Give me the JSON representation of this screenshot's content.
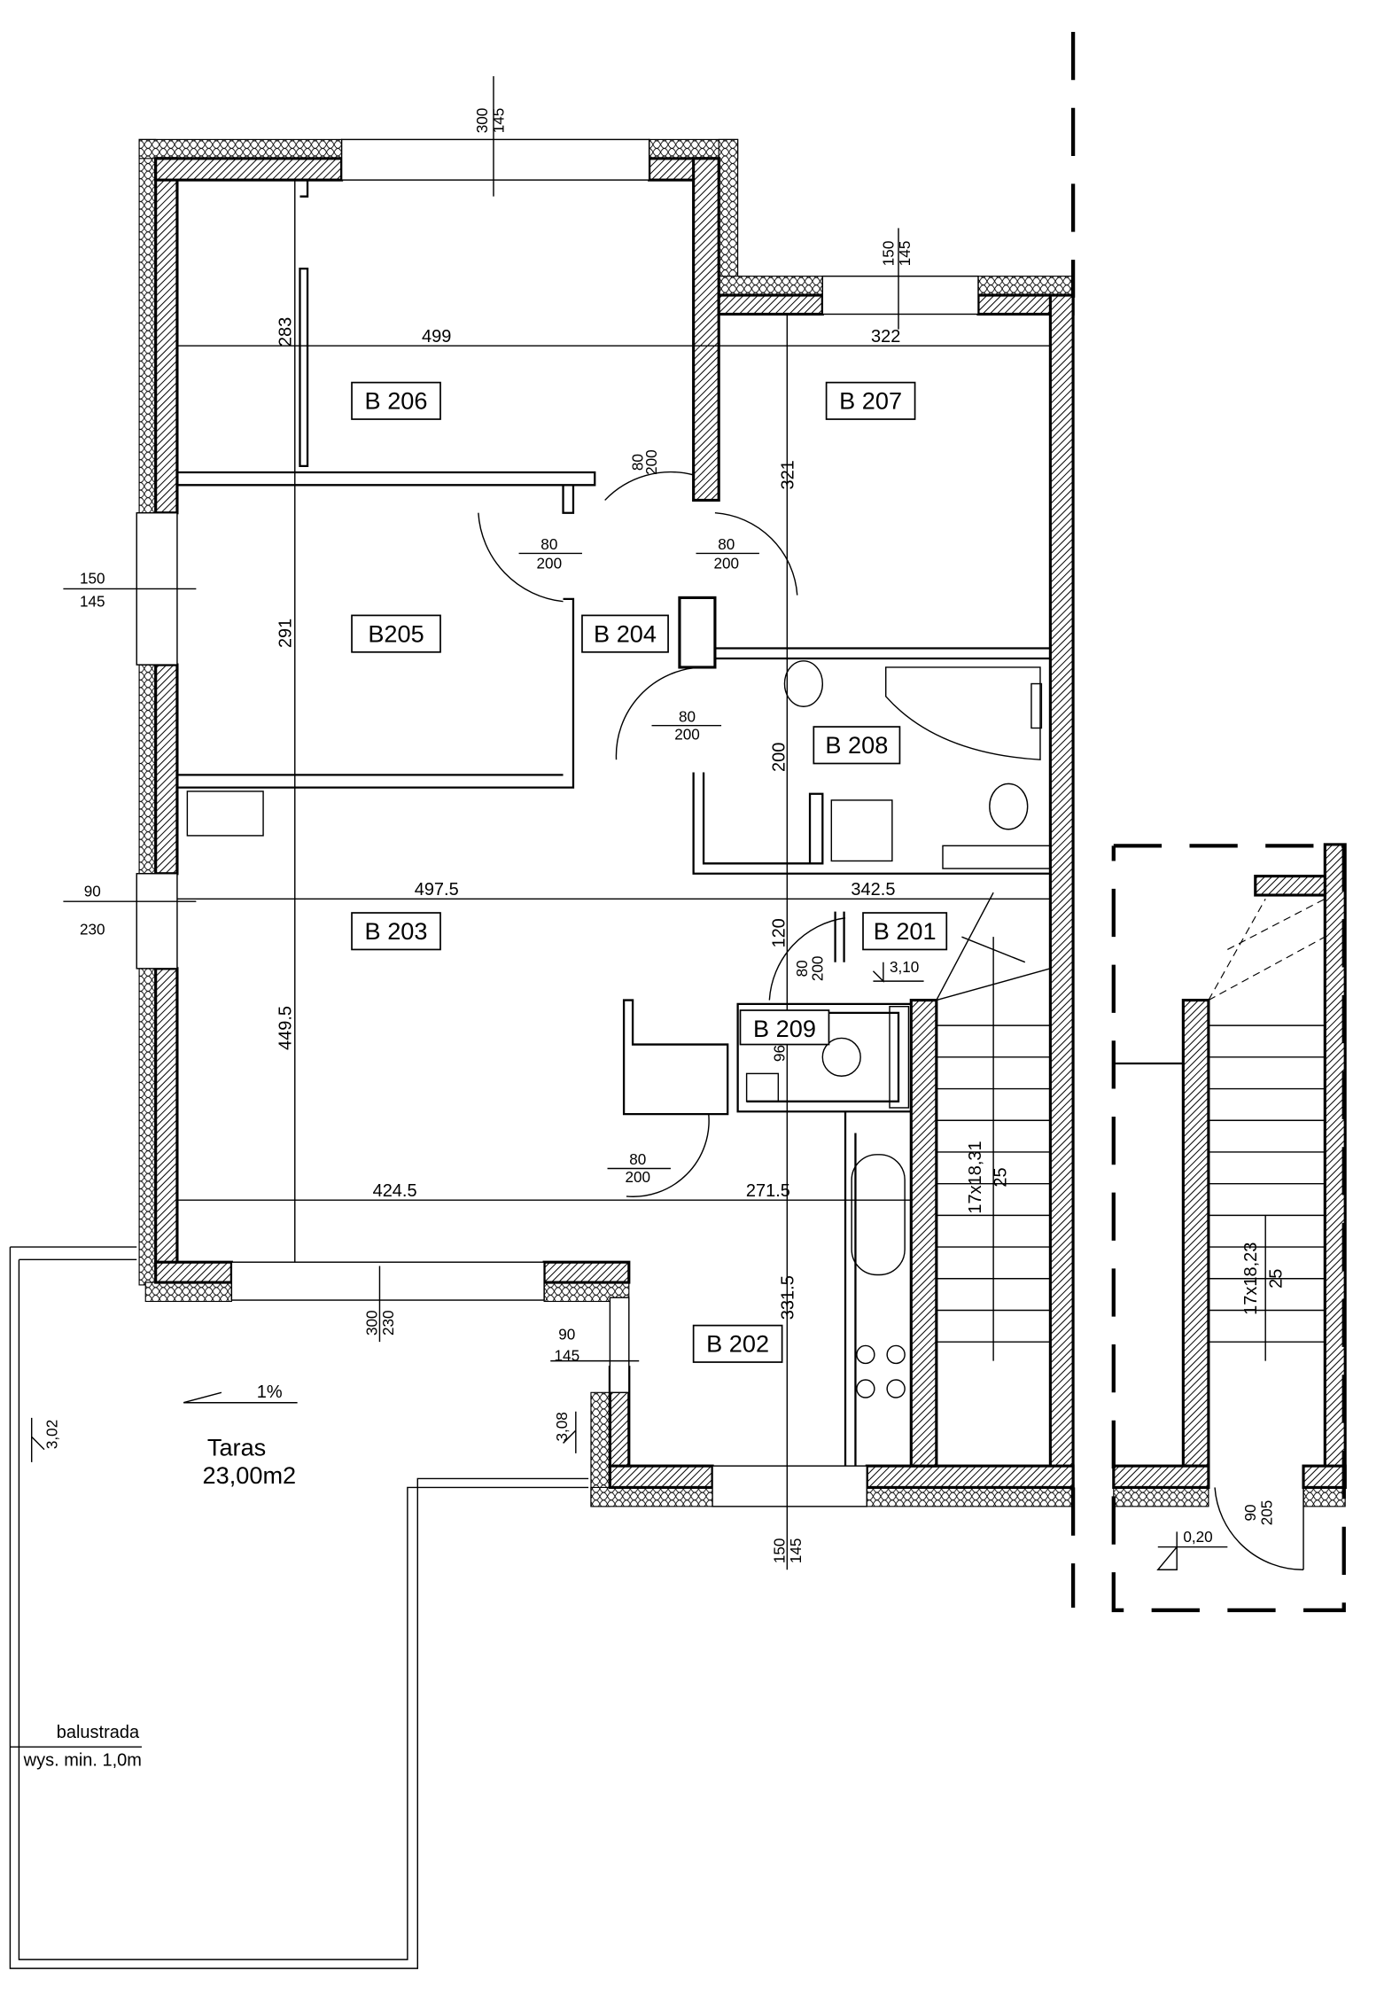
{
  "rooms": {
    "b206": "B 206",
    "b207": "B 207",
    "b205": "B205",
    "b204": "B 204",
    "b208": "B 208",
    "b203": "B 203",
    "b201": "B 201",
    "b209": "B 209",
    "b202": "B 202"
  },
  "dimensions": {
    "d499": "499",
    "d322": "322",
    "d4975": "497.5",
    "d3425": "342.5",
    "d4245": "424.5",
    "d2715": "271.5",
    "d283": "283",
    "d321": "321",
    "d291": "291",
    "d200": "200",
    "d120": "120",
    "d4495": "449.5",
    "d3315": "331.5",
    "d96": "96"
  },
  "windows": {
    "top_206": [
      "300",
      "145"
    ],
    "top_207": [
      "150",
      "145"
    ],
    "left_205": [
      "150",
      "145"
    ],
    "left_203": [
      "90",
      "230"
    ],
    "bottom_203": [
      "300",
      "230"
    ],
    "side_202": [
      "90",
      "145"
    ],
    "bottom_202": [
      "150",
      "145"
    ],
    "annex_door": [
      "90",
      "205"
    ]
  },
  "doors": {
    "d206": [
      "80",
      "200"
    ],
    "d205": [
      "80",
      "200"
    ],
    "d207": [
      "80",
      "200"
    ],
    "d208": [
      "80",
      "200"
    ],
    "d209": [
      "80",
      "200"
    ],
    "d202": [
      "80",
      "200"
    ]
  },
  "levels": {
    "l310": "3,10",
    "l302": "3,02",
    "l308": "3,08",
    "l020": "0,20"
  },
  "stairs": {
    "main": [
      "17x18,31",
      "25"
    ],
    "annex": [
      "17x18,23",
      "25"
    ]
  },
  "terrace": {
    "name": "Taras",
    "area": "23,00m2",
    "slope": "1%",
    "railing": "balustrada",
    "railing_height": "wys. min. 1,0m"
  }
}
